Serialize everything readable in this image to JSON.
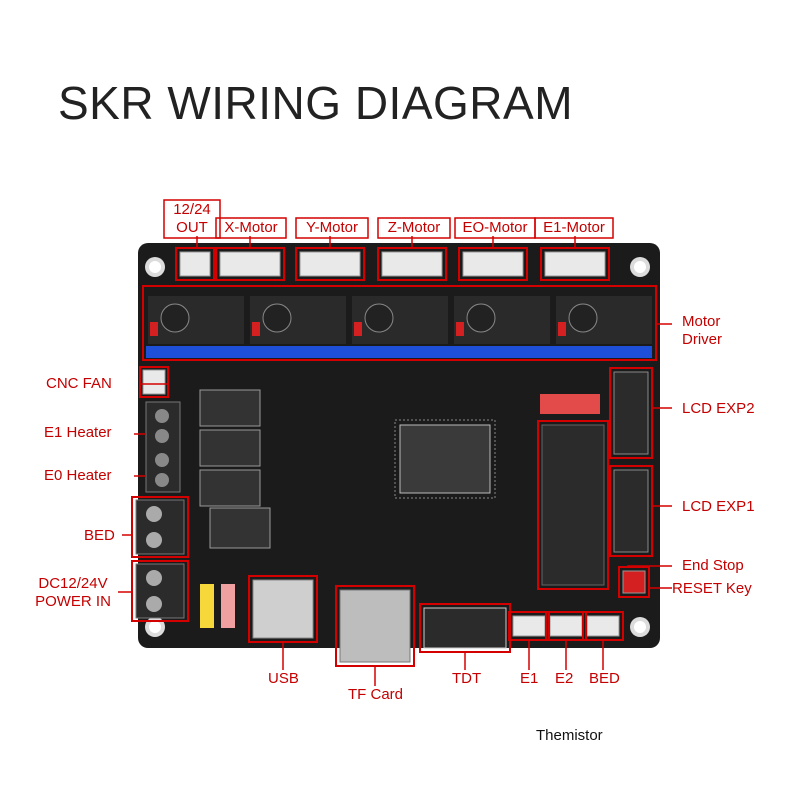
{
  "title": "SKR WIRING DIAGRAM",
  "colors": {
    "label": "#c40000",
    "board": "#1b1b1b",
    "connector": "#e9e9e9",
    "header_blue": "#1e4fd8",
    "highlight": "#d40000"
  },
  "top_labels": {
    "out_line1": "12/24",
    "out_line2": "OUT",
    "x_motor": "X-Motor",
    "y_motor": "Y-Motor",
    "z_motor": "Z-Motor",
    "e0_motor": "EO-Motor",
    "e1_motor": "E1-Motor"
  },
  "left_labels": {
    "cnc_fan": "CNC FAN",
    "e1_heater": "E1 Heater",
    "e0_heater": "E0 Heater",
    "bed": "BED",
    "power_line1": "DC12/24V",
    "power_line2": "POWER IN"
  },
  "right_labels": {
    "motor_driver_line1": "Motor",
    "motor_driver_line2": "Driver",
    "lcd_exp2": "LCD EXP2",
    "lcd_exp1": "LCD EXP1",
    "end_stop": "End Stop",
    "reset_key": "RESET Key"
  },
  "bottom_labels": {
    "usb": "USB",
    "tf_card": "TF Card",
    "tdt": "TDT",
    "e1": "E1",
    "e2": "E2",
    "bed": "BED",
    "thermistor": "Themistor"
  }
}
